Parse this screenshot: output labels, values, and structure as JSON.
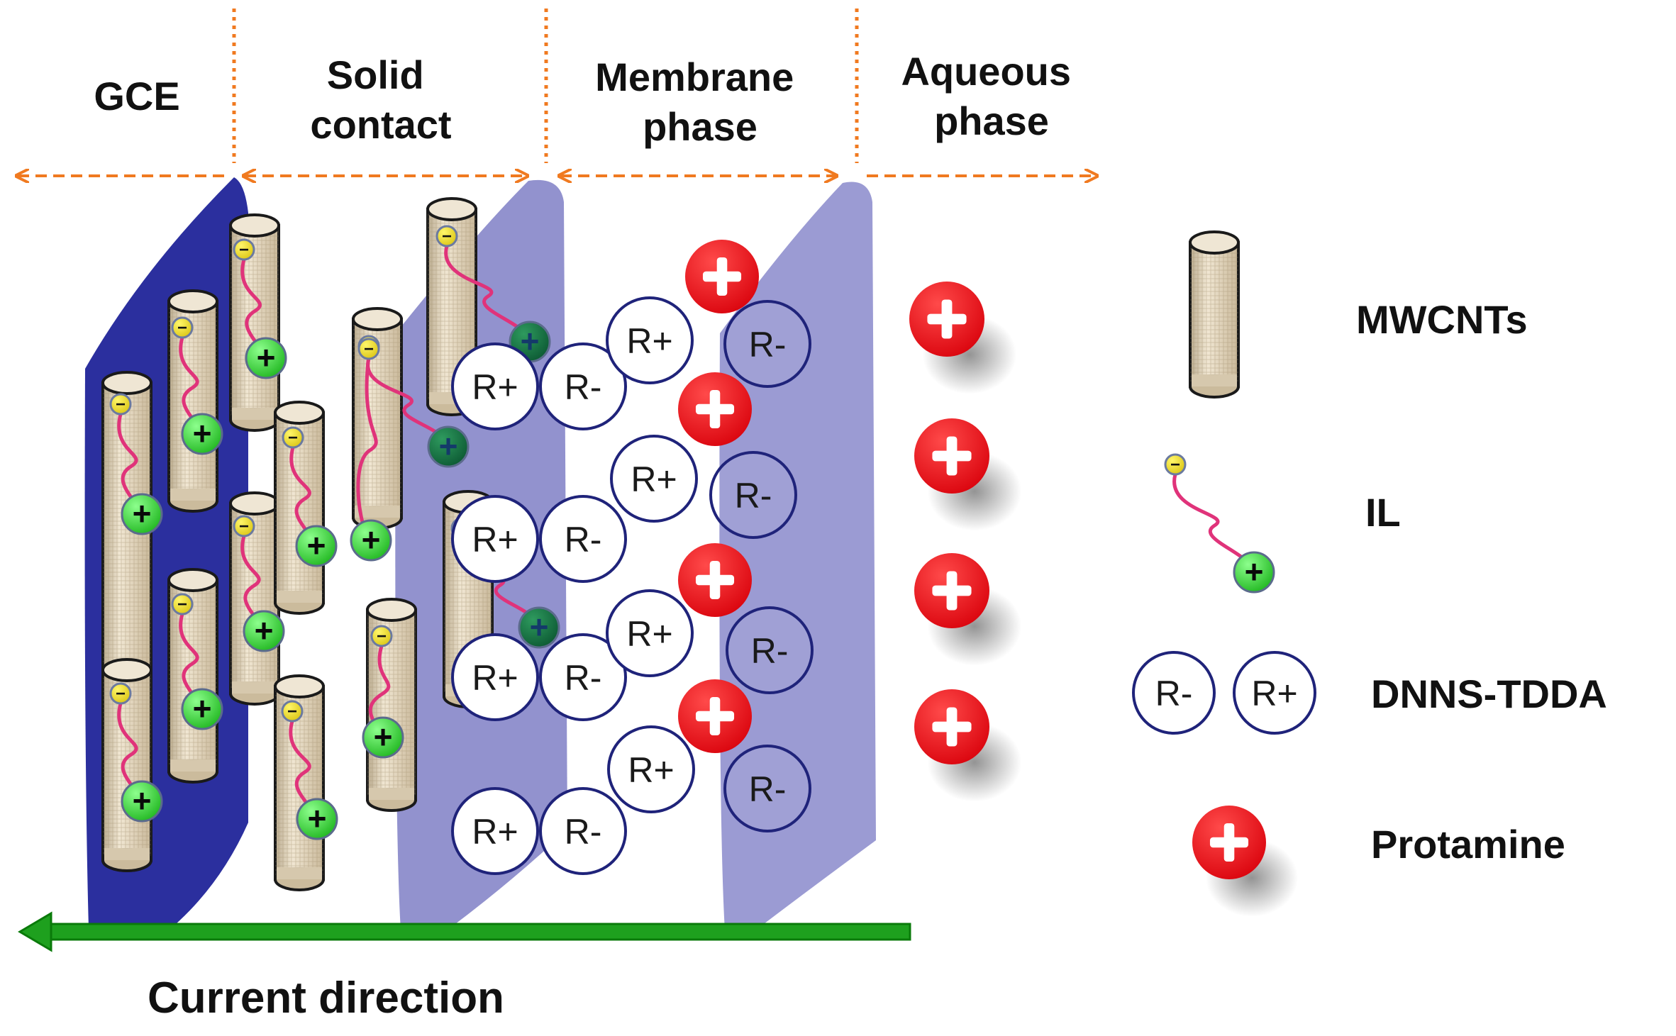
{
  "phases": [
    {
      "id": "gce",
      "label_lines": [
        "GCE"
      ]
    },
    {
      "id": "solid",
      "label_lines": [
        "Solid",
        "contact"
      ]
    },
    {
      "id": "membrane",
      "label_lines": [
        "Membrane",
        "phase"
      ]
    },
    {
      "id": "aqueous",
      "label_lines": [
        "Aqueous",
        "phase"
      ]
    }
  ],
  "symbols": {
    "plus": "+",
    "minus": "−",
    "r_plus": "R+",
    "r_minus": "R-"
  },
  "legend": {
    "mwcnts": "MWCNTs",
    "il": "IL",
    "dnns_tdda": "DNNS-TDDA",
    "dnns_tdda_left": "R-",
    "dnns_tdda_right": "R+",
    "protamine": "Protamine"
  },
  "current_direction": "Current direction",
  "colors": {
    "gce_electrode": "#2b2f9e",
    "membrane_slab": "#7f7fc6",
    "tube_fill": "#e8dcc4",
    "il_chain": "#e0337a",
    "il_cation": "#33cc33",
    "il_anion": "#e8d820",
    "protamine": "#e8121b",
    "dnns_tdda_outline": "#1f237a",
    "phase_arrows": "#f07a20",
    "current_arrow": "#1ea01e"
  }
}
